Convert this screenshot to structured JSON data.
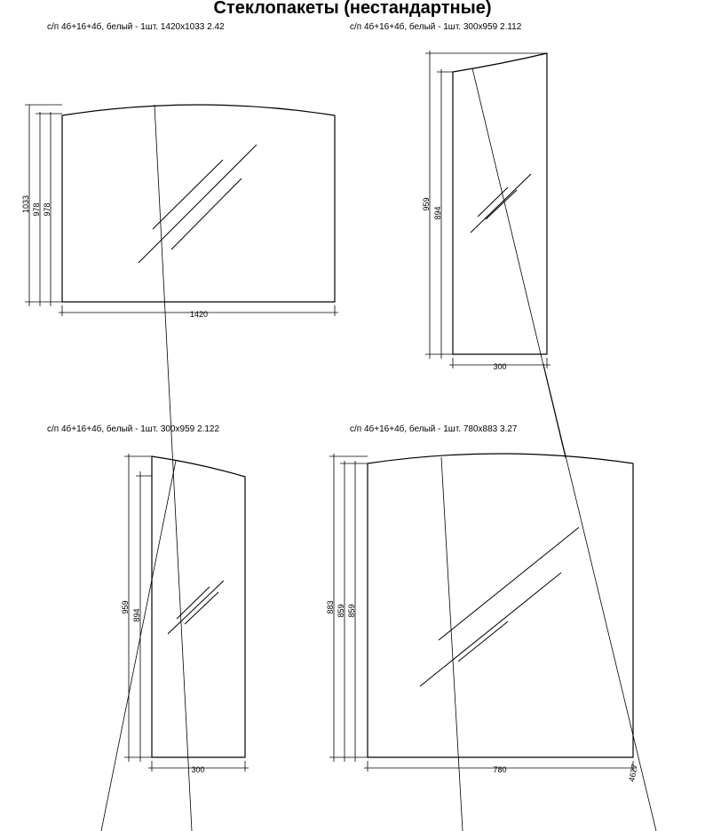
{
  "page": {
    "title": "Стеклопакеты (нестандартные)"
  },
  "panels": [
    {
      "caption": "с/п 4б+16+4б, белый - 1шт. 1420х1033 2.42",
      "width_label": "1420",
      "height_labels": [
        "1033",
        "978",
        "978"
      ]
    },
    {
      "caption": "с/п 4б+16+4б, белый - 1шт. 300х959 2.112",
      "width_label": "300",
      "height_labels": [
        "959",
        "894"
      ]
    },
    {
      "caption": "с/п 4б+16+4б, белый - 1шт. 300х959 2.122",
      "width_label": "300",
      "height_labels": [
        "959",
        "894"
      ]
    },
    {
      "caption": "с/п 4б+16+4б, белый - 1шт. 780х883 3.27",
      "width_label": "780",
      "height_labels": [
        "883",
        "859",
        "859"
      ],
      "corner_label": "4627"
    }
  ]
}
